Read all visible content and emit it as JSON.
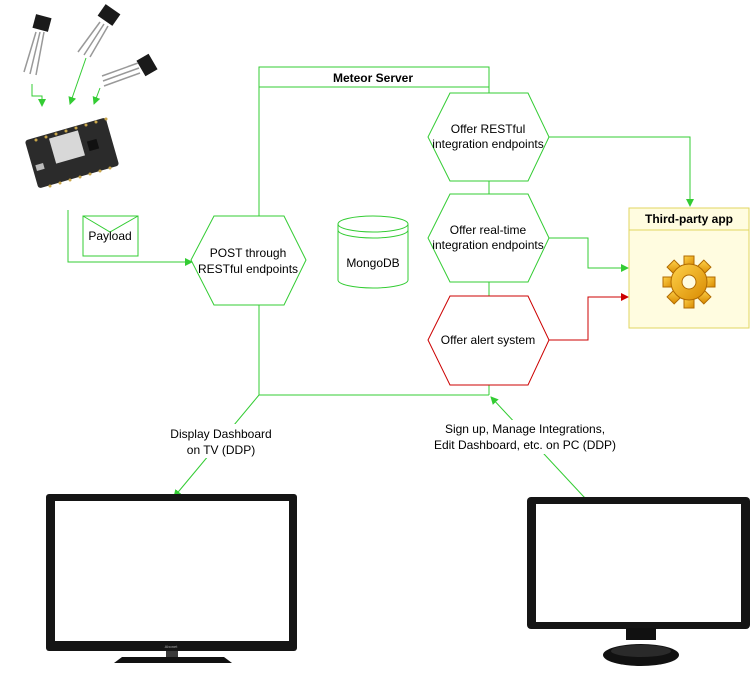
{
  "server": {
    "title": "Meteor Server"
  },
  "nodes": {
    "payload": "Payload",
    "post": [
      "POST through",
      "RESTful endpoints"
    ],
    "mongodb": "MongoDB",
    "restful": [
      "Offer RESTful",
      "integration endpoints"
    ],
    "realtime": [
      "Offer real-time",
      "integration endpoints"
    ],
    "alert": "Offer alert system",
    "third_party": "Third-party app"
  },
  "edges": {
    "tv": [
      "Display Dashboard",
      "on TV (DDP)"
    ],
    "pc": [
      "Sign up, Manage Integrations,",
      "Edit Dashboard, etc. on PC (DDP)"
    ]
  },
  "devices": {
    "tv_brand": "Abonet"
  },
  "icons": [
    "sensor-icon",
    "microcontroller-board-icon",
    "envelope-icon",
    "database-icon",
    "gear-icon",
    "tv-icon",
    "monitor-icon"
  ],
  "colors": {
    "green": "#33cc33",
    "red": "#cc0000",
    "third_party_border": "#e0d660",
    "third_party_fill": "#fffce0"
  }
}
